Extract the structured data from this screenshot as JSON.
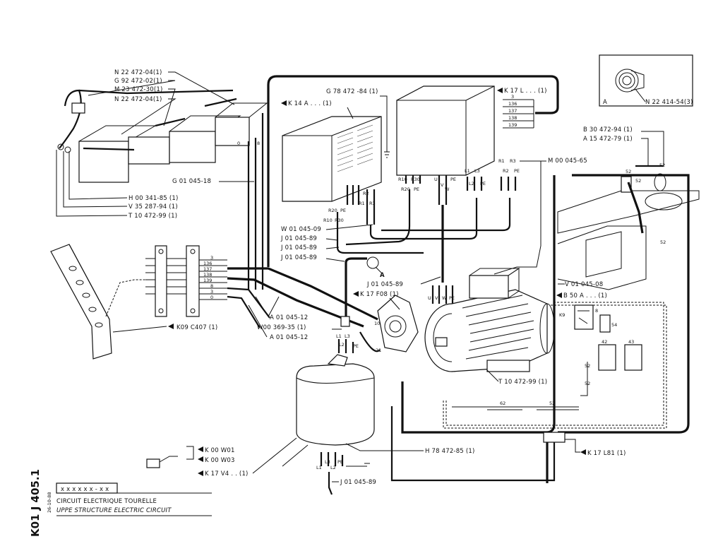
{
  "title_block": {
    "code": "x x x  x x x - x x",
    "title_fr": "CIRCUIT ELECTRIQUE TOURELLE",
    "title_en": "UPPE  STRUCTURE ELECTRIC CIRCUIT",
    "doc_number": "K01  J 405.1",
    "date": "26-10-88"
  },
  "detail": {
    "letter": "A",
    "part": "N 22 414-54(3)"
  },
  "callout_A": "A",
  "parts_left": [
    "N 22 472-04(1)",
    "G 92 472-02(1)",
    "M 23 472-30(1)",
    "N 22 472-04(1)",
    "H 00 341-85 (1)",
    "V 35 287-94 (1)",
    "T 10 472-99 (1)",
    "G 01 045-18"
  ],
  "parts_center": [
    "G 78 472 -84 (1)",
    "K 14 A . . . (1)",
    "K 17 L . . . (1)",
    "W 01 045-09",
    "J 01 045-89",
    "J 01 045-89",
    "J 01 045-89",
    "J 01 045-89",
    "K 17 F08 (1)",
    "A 01 045-12",
    "W00 369-35 (1)",
    "A 01 045-12",
    "K09 C407 (1)",
    "M 00 045-65",
    "V 01 045-08",
    "B 50 A . . . (1)",
    "T 10 472-99 (1)"
  ],
  "parts_right": [
    "B 30 472-94 (1)",
    "A 15 472-79 (1)",
    "K 17 L81 (1)"
  ],
  "parts_bottom": [
    "K 00 W01",
    "K 00 W03",
    "K 17 V4 . . (1)",
    "H 78 472-85 (1)",
    "J 01 045-89"
  ],
  "terminals_k17": [
    "3",
    "136",
    "137",
    "138",
    "139"
  ],
  "terminals_block": [
    "3",
    "136",
    "137",
    "138",
    "139",
    "8",
    "3",
    "0"
  ],
  "wire_codes": {
    "k14": [
      "R20",
      "PE",
      "R10",
      "R30",
      "R2",
      "R1",
      "R3",
      "R10",
      "R30",
      "R20",
      "PE"
    ],
    "k17": [
      "U",
      "V",
      "W",
      "PE",
      "L1",
      "L3",
      "L2",
      "PE",
      "R1",
      "R3",
      "R2",
      "PE"
    ],
    "motor": [
      "U",
      "V",
      "W",
      "PE"
    ],
    "pump": [
      "L1",
      "L3",
      "L2",
      "PE"
    ],
    "tank": [
      "L1",
      "L3",
      "L2",
      "PE"
    ],
    "reel": [
      "10",
      "21"
    ],
    "relay": [
      "K9",
      "8",
      "54",
      "42",
      "43",
      "62",
      "52",
      "52",
      "52"
    ]
  }
}
